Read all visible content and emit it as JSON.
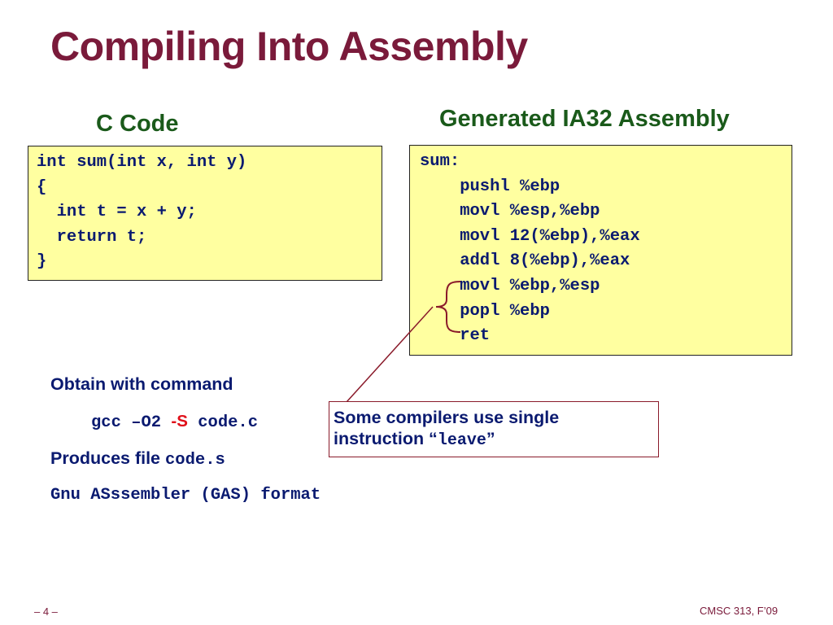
{
  "slide": {
    "title": "Compiling Into Assembly",
    "c_heading": "C Code",
    "asm_heading": "Generated IA32 Assembly"
  },
  "c_code": {
    "lines": [
      "int sum(int x, int y)",
      "{",
      "  int t = x + y;",
      "  return t;",
      "}"
    ]
  },
  "asm_code": {
    "lines": [
      "sum:",
      "    pushl %ebp",
      "    movl %esp,%ebp",
      "    movl 12(%ebp),%eax",
      "    addl 8(%ebp),%eax",
      "    movl %ebp,%esp",
      "    popl %ebp",
      "    ret"
    ]
  },
  "bullets": {
    "obtain_label": "Obtain with command",
    "cmd_prefix": "gcc –O2 ",
    "cmd_flag": "-S",
    "cmd_suffix": " code.c",
    "produces_label": "Produces file ",
    "produces_file": "code.s",
    "gas_format": "Gnu ASssembler (GAS) format"
  },
  "callout": {
    "line1": "Some compilers use single",
    "line2_prefix": "instruction “",
    "line2_code": "leave",
    "line2_suffix": "”"
  },
  "footer": {
    "page": "– 4 –",
    "course": "CMSC 313, F’09"
  },
  "colors": {
    "title": "#7a1a3a",
    "heading": "#1a5a1a",
    "body_text": "#0a1a70",
    "code_bg": "#ffffa0",
    "flag": "#e0101a",
    "callout_border": "#8a1a2a"
  }
}
